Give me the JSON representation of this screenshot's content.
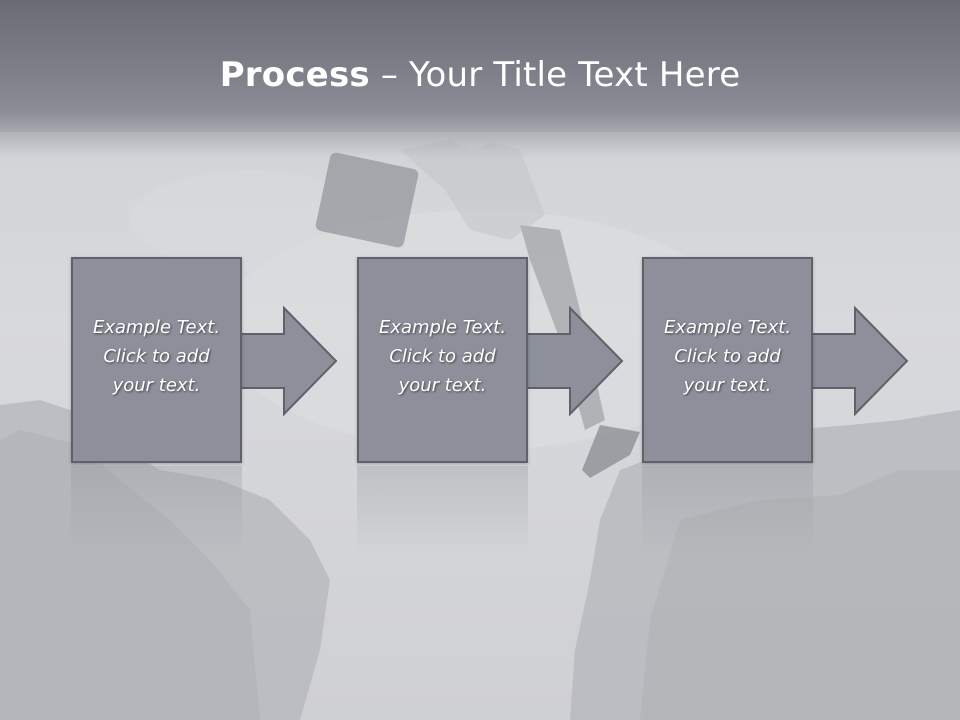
{
  "slide": {
    "title_bold": "Process",
    "title_rest": " – Your Title Text Here"
  },
  "steps": [
    {
      "text": "Example Text.\nClick  to add\nyour text."
    },
    {
      "text": "Example Text.\nClick  to add\nyour text."
    },
    {
      "text": "Example Text.\nClick  to add\nyour text."
    }
  ],
  "colors": {
    "title_bar": "#7d8089",
    "box_fill": "#8d909a",
    "box_border": "#5f626b",
    "text": "#ffffff"
  }
}
